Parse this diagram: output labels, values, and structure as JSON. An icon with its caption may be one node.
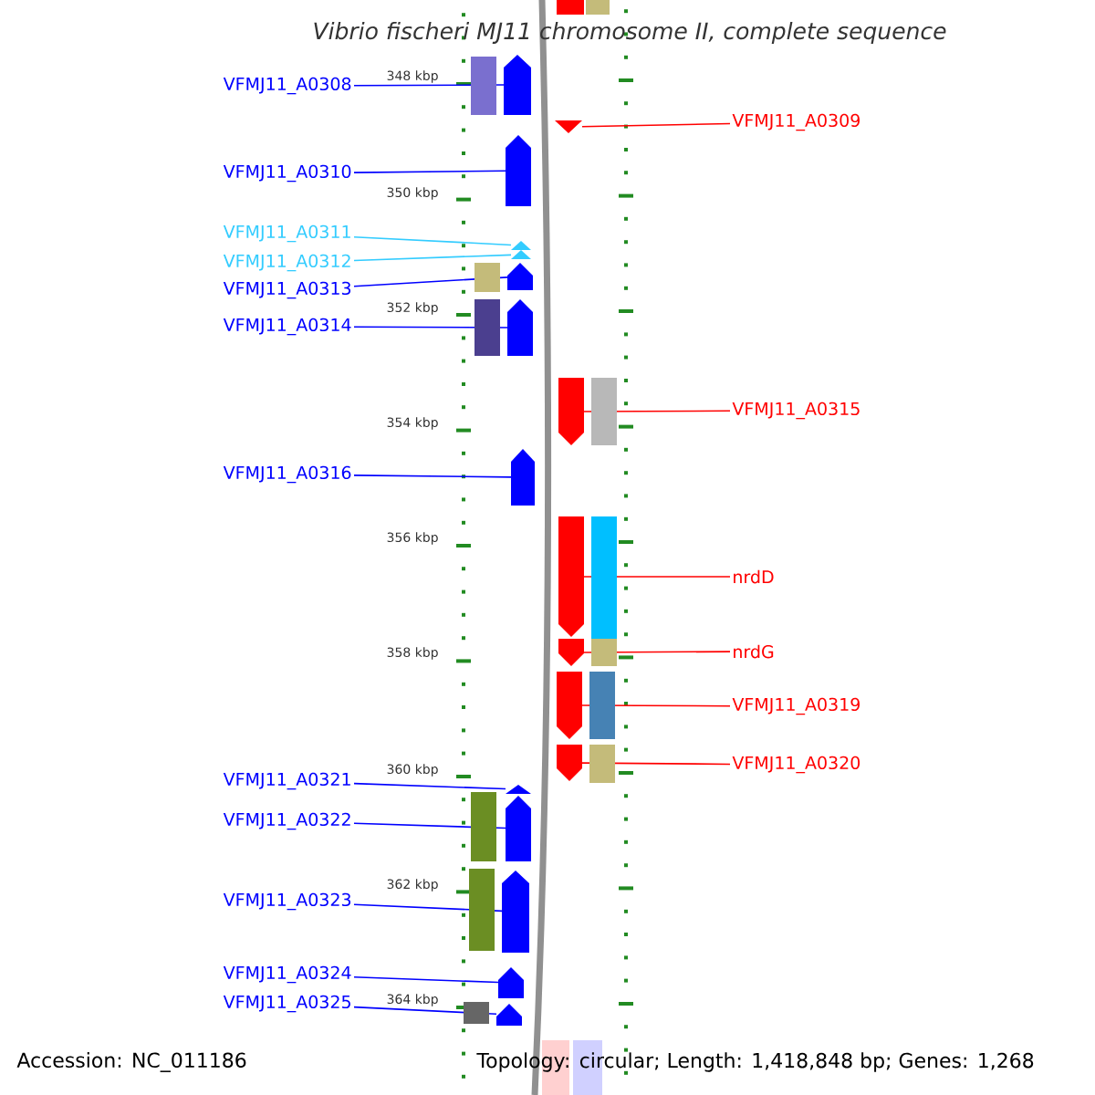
{
  "diagram": {
    "title": "Vibrio fischeri MJ11 chromosome II, complete sequence",
    "nodes": [
      {
        "text": [
          "VFMJ11_A0308"
        ]
      },
      {
        "text": [],
        "shape": "block"
      },
      {
        "text": [
          "VFMJ11_A0309"
        ]
      },
      {
        "text": [],
        "shape": "block"
      },
      {
        "text": [
          "VFMJ11_A0310"
        ]
      },
      {
        "text": [],
        "shape": "block"
      },
      {
        "text": [
          "VFMJ11_A0311"
        ]
      },
      {
        "text": [],
        "shape": "block"
      },
      {
        "text": [
          "VFMJ11_A0312"
        ]
      },
      {
        "text": [],
        "shape": "block"
      },
      {
        "text": [
          "VFMJ11_A0313"
        ]
      },
      {
        "text": [],
        "shape": "block"
      },
      {
        "text": [
          "VFMJ11_A0314"
        ]
      },
      {
        "text": [],
        "shape": "block"
      },
      {
        "text": [
          "VFMJ11_A0315"
        ]
      },
      {
        "text": [],
        "shape": "block"
      },
      {
        "text": [
          "VFMJ11_A0316"
        ]
      },
      {
        "text": [],
        "shape": "block"
      },
      {
        "text": [
          "nrdD"
        ]
      },
      {
        "text": [],
        "shape": "block"
      },
      {
        "text": [
          "nrdG"
        ]
      },
      {
        "text": [],
        "shape": "block"
      },
      {
        "text": [
          "VFMJ11_A0319"
        ]
      },
      {
        "text": [],
        "shape": "block"
      },
      {
        "text": [
          "VFMJ11_A0320"
        ]
      },
      {
        "text": [],
        "shape": "block"
      },
      {
        "text": [
          "VFMJ11_A0321"
        ]
      },
      {
        "text": [],
        "shape": "block"
      },
      {
        "text": [
          "VFMJ11_A0322"
        ]
      },
      {
        "text": [],
        "shape": "block"
      },
      {
        "text": [
          "VFMJ11_A0323"
        ]
      },
      {
        "text": [],
        "shape": "block"
      },
      {
        "text": [
          "VFMJ11_A0324"
        ]
      },
      {
        "text": [],
        "shape": "block"
      },
      {
        "text": [
          "VFMJ11_A0325"
        ]
      },
      {
        "text": [],
        "shape": "block"
      }
    ],
    "edges": [
      {
        "from": 0,
        "to": 1,
        "arrow": "none"
      },
      {
        "from": 2,
        "to": 3,
        "arrow": "none",
        "color": "#ff0000"
      },
      {
        "from": 4,
        "to": 5,
        "arrow": "none"
      },
      {
        "from": 6,
        "to": 7,
        "arrow": "none",
        "color": "#33ccff"
      },
      {
        "from": 8,
        "to": 9,
        "arrow": "none",
        "color": "#33ccff"
      },
      {
        "from": 10,
        "to": 11,
        "arrow": "none"
      },
      {
        "from": 12,
        "to": 13,
        "arrow": "none"
      },
      {
        "from": 14,
        "to": 15,
        "arrow": "none",
        "color": "#ff0000"
      },
      {
        "from": 16,
        "to": 17,
        "arrow": "none"
      },
      {
        "from": 18,
        "to": 19,
        "arrow": "none",
        "color": "#ff0000"
      },
      {
        "from": 20,
        "to": 21,
        "arrow": "none",
        "color": "#ff0000"
      },
      {
        "from": 22,
        "to": 23,
        "arrow": "none",
        "color": "#ff0000"
      },
      {
        "from": 24,
        "to": 25,
        "arrow": "none",
        "color": "#ff0000"
      },
      {
        "from": 26,
        "to": 27,
        "arrow": "none"
      },
      {
        "from": 28,
        "to": 29,
        "arrow": "none"
      },
      {
        "from": 30,
        "to": 31,
        "arrow": "none"
      },
      {
        "from": 32,
        "to": 33,
        "arrow": "none"
      },
      {
        "from": 34,
        "to": 35,
        "arrow": "none"
      }
    ],
    "labels": [
      "348 kbp",
      "350 kbp",
      "352 kbp",
      "354 kbp",
      "356 kbp",
      "358 kbp",
      "360 kbp",
      "362 kbp",
      "364 kbp",
      "Accession: NC_011186",
      "Topology: circular; Length: 1,418,848 bp; Genes: 1,268"
    ]
  }
}
